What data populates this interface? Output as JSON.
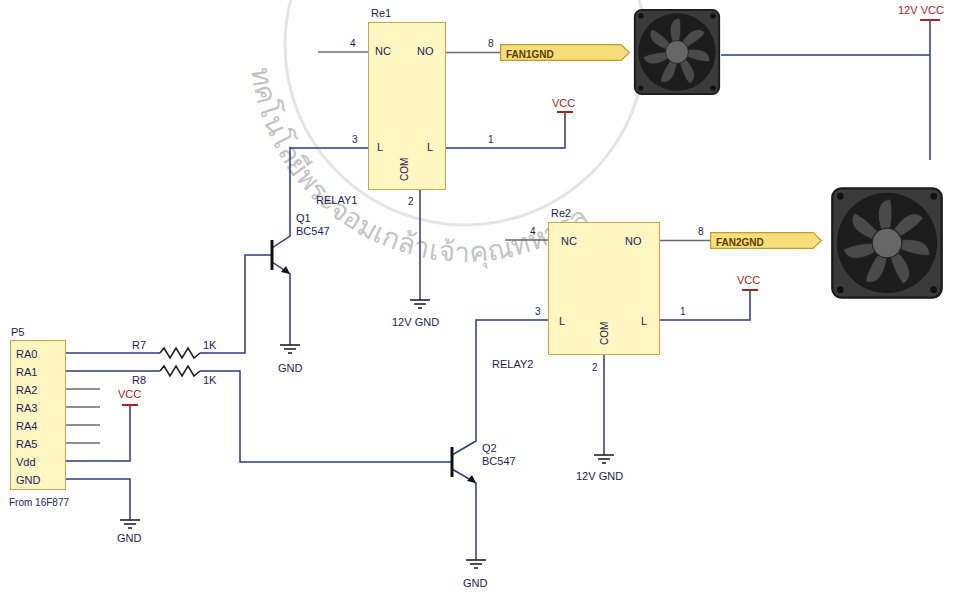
{
  "diagram": {
    "nodes": [
      {
        "text": [
          "Re1",
          "NC",
          "NO",
          "L",
          "COM",
          "L"
        ]
      },
      {
        "text": [
          "FAN1GND"
        ]
      },
      {
        "text": [
          "Re2",
          "NC",
          "NO",
          "L",
          "COM",
          "L"
        ]
      },
      {
        "text": [
          "FAN2GND"
        ]
      },
      {
        "text": [
          "P5",
          "RA0",
          "RA1",
          "RA2",
          "RA3",
          "RA4",
          "RA5",
          "Vdd",
          "GND",
          "From 16F877"
        ]
      }
    ],
    "edges": [
      {
        "from": 0,
        "to": 1,
        "arrow": "none"
      },
      {
        "from": 2,
        "to": 3,
        "arrow": "none"
      }
    ],
    "labels": [
      "ทคโนโลยีพระจอมเกล้าเจ้าคุณทหารล",
      "4",
      "8",
      "3",
      "1",
      "2",
      "VCC",
      "12V VCC",
      "RELAY1",
      "Q1",
      "BC547",
      "GND",
      "12V GND",
      "4",
      "8",
      "3",
      "1",
      "2",
      "VCC",
      "RELAY2",
      "12V GND",
      "Q2",
      "BC547",
      "GND",
      "R7",
      "1K",
      "R8",
      "1K",
      "VCC",
      "GND"
    ]
  }
}
